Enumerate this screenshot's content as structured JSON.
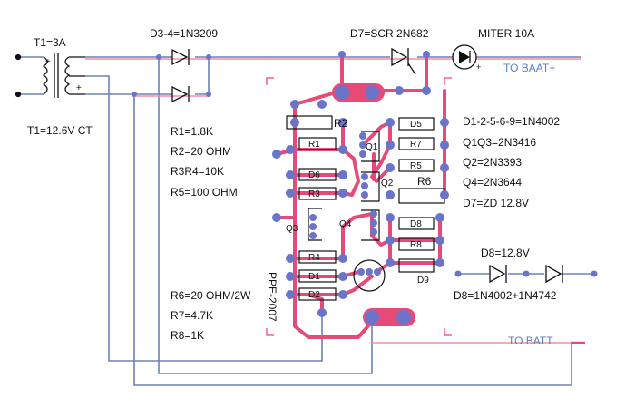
{
  "labels": {
    "t1_rating": "T1=3A",
    "t1_ct": "T1=12.6V CT",
    "d34": "D3-4=1N3209",
    "d7_scr": "D7=SCR 2N682",
    "miter": "MITER 10A",
    "to_baat": "TO  BAAT+",
    "to_batt": "TO  BATT",
    "r1": "R1=1.8K",
    "r2": "R2=20  OHM",
    "r3r4": "R3R4=10K",
    "r5": "R5=100 OHM",
    "r6": "R6=20  OHM/2W",
    "r7": "R7=4.7K",
    "r8": "R8=1K",
    "diodes": "D1-2-5-6-9=1N4002",
    "q1q3": "Q1Q3=2N3416",
    "q2": "Q2=2N3393",
    "q4": "Q4=2N3644",
    "d7zd": "D7=ZD 12.8V",
    "d8top": "D8=12.8V",
    "d8bottom": "D8=1N4002+1N4742",
    "ppe": "PPE-2007",
    "plus_sign": "+"
  },
  "pcb_labels": {
    "r1": "R1",
    "r2": "R2",
    "d6": "D6",
    "r3": "R3",
    "q3": "Q3",
    "r4": "R4",
    "d1": "D1",
    "d2": "D2",
    "q1": "Q1",
    "q2": "Q2",
    "q4": "Q4",
    "d5": "D5",
    "r7": "R7",
    "r5": "R5",
    "r6": "R6",
    "d8": "D8",
    "r8": "R8",
    "d9": "D9"
  },
  "colors": {
    "trace": "#e64b78",
    "trace_light": "#f08fa8",
    "wire": "#6b82b8",
    "pad": "#6b74c9",
    "component": "#111111",
    "label_blue": "#5a7ec6",
    "bracket": "#e64b78"
  }
}
